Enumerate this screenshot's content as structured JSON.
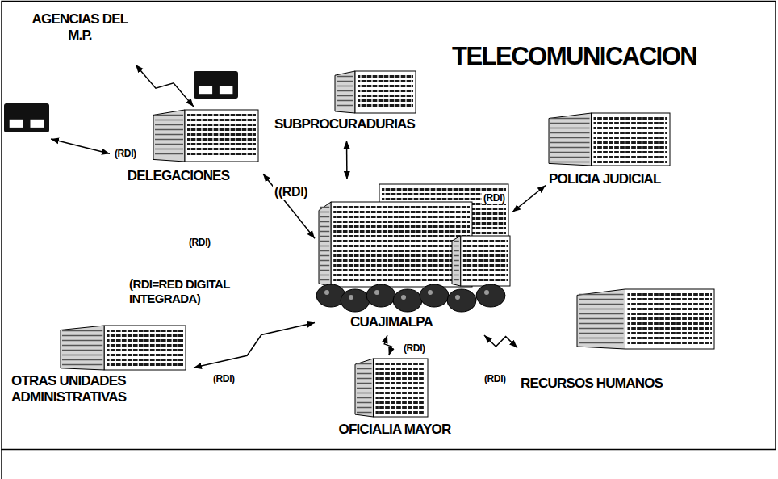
{
  "diagram": {
    "title": "TELECOMUNICACION",
    "nodes": [
      {
        "text": [
          "AGENCIAS DEL M.P."
        ]
      },
      {
        "text": [
          "DELEGACIONES"
        ]
      },
      {
        "text": [
          "SUBPROCURADURIAS"
        ]
      },
      {
        "text": [
          "POLICIA JUDICIAL"
        ]
      },
      {
        "text": [
          "CUAJIMALPA"
        ]
      },
      {
        "text": [
          "OTRAS UNIDADES ADMINISTRATIVAS"
        ]
      },
      {
        "text": [
          "OFICIALIA MAYOR"
        ]
      },
      {
        "text": [
          "RECURSOS HUMANOS"
        ]
      }
    ],
    "edges": [
      {
        "from": 0,
        "to": 1,
        "arrow": "both"
      },
      {
        "from": 0,
        "to": 1,
        "label": "(RDI)",
        "arrow": "both"
      },
      {
        "from": 1,
        "to": 4,
        "label": "(RDI)",
        "arrow": "both"
      },
      {
        "from": 2,
        "to": 4,
        "label": "((RDI)",
        "arrow": "both"
      },
      {
        "from": 3,
        "to": 4,
        "label": "(RDI)",
        "arrow": "both"
      },
      {
        "from": 4,
        "to": 5,
        "label": "(RDI)",
        "arrow": "both"
      },
      {
        "from": 4,
        "to": 6,
        "label": "(RDI)",
        "arrow": "both"
      },
      {
        "from": 4,
        "to": 7,
        "label": "(RDI)",
        "arrow": "both"
      }
    ],
    "labels": [
      "(RDI=RED DIGITAL INTEGRADA)"
    ]
  }
}
